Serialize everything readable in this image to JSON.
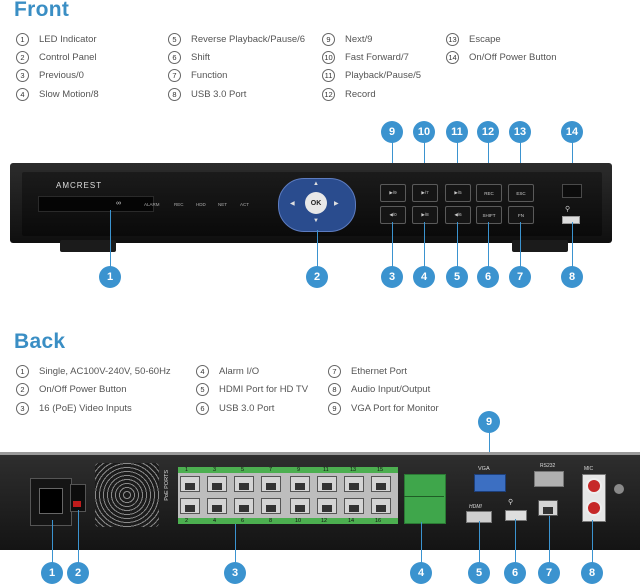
{
  "front": {
    "heading": "Front",
    "legend": [
      {
        "num": "1",
        "label": "LED Indicator"
      },
      {
        "num": "2",
        "label": "Control Panel"
      },
      {
        "num": "3",
        "label": "Previous/0"
      },
      {
        "num": "4",
        "label": "Slow Motion/8"
      },
      {
        "num": "5",
        "label": "Reverse Playback/Pause/6"
      },
      {
        "num": "6",
        "label": "Shift"
      },
      {
        "num": "7",
        "label": "Function"
      },
      {
        "num": "8",
        "label": "USB 3.0 Port"
      },
      {
        "num": "9",
        "label": "Next/9"
      },
      {
        "num": "10",
        "label": "Fast Forward/7"
      },
      {
        "num": "11",
        "label": "Playback/Pause/5"
      },
      {
        "num": "12",
        "label": "Record"
      },
      {
        "num": "13",
        "label": "Escape"
      },
      {
        "num": "14",
        "label": "On/Off Power Button"
      }
    ],
    "brand": "AMCREST",
    "led_labels": [
      "ALARM",
      "REC",
      "HDD",
      "NET",
      "ACT"
    ],
    "ok_label": "OK",
    "top_buttons": [
      "▶/9",
      "▶/7",
      "▶/5",
      "REC",
      "ESC"
    ],
    "bottom_buttons": [
      "◀/0",
      "▶/8",
      "◀/6",
      "SHIFT",
      "FN"
    ],
    "callouts_top": [
      "9",
      "10",
      "11",
      "12",
      "13",
      "14"
    ],
    "callouts_bottom": [
      "1",
      "2",
      "3",
      "4",
      "5",
      "6",
      "7",
      "8"
    ]
  },
  "back": {
    "heading": "Back",
    "legend": [
      {
        "num": "1",
        "label": "Single, AC100V-240V, 50-60Hz"
      },
      {
        "num": "2",
        "label": "On/Off Power Button"
      },
      {
        "num": "3",
        "label": "16 (PoE) Video Inputs"
      },
      {
        "num": "4",
        "label": "Alarm I/O"
      },
      {
        "num": "5",
        "label": "HDMI Port for HD TV"
      },
      {
        "num": "6",
        "label": "USB 3.0 Port"
      },
      {
        "num": "7",
        "label": "Ethernet Port"
      },
      {
        "num": "8",
        "label": "Audio Input/Output"
      },
      {
        "num": "9",
        "label": "VGA Port for Monitor"
      }
    ],
    "poe_label": "PoE PORTS",
    "port_numbers_top": [
      "1",
      "3",
      "5",
      "7",
      "9",
      "11",
      "13",
      "15"
    ],
    "port_numbers_bottom": [
      "2",
      "4",
      "6",
      "8",
      "10",
      "12",
      "14",
      "16"
    ],
    "vga_label": "VGA",
    "rs232_label": "RS232",
    "mic_label": "MIC",
    "hdmi_label": "HDMI",
    "callouts_top": [
      "9"
    ],
    "callouts_bottom": [
      "1",
      "2",
      "3",
      "4",
      "5",
      "6",
      "7",
      "8"
    ]
  },
  "colors": {
    "accent": "#3b93cf",
    "heading": "#3a8ec4",
    "green_strip": "#4caf50"
  }
}
